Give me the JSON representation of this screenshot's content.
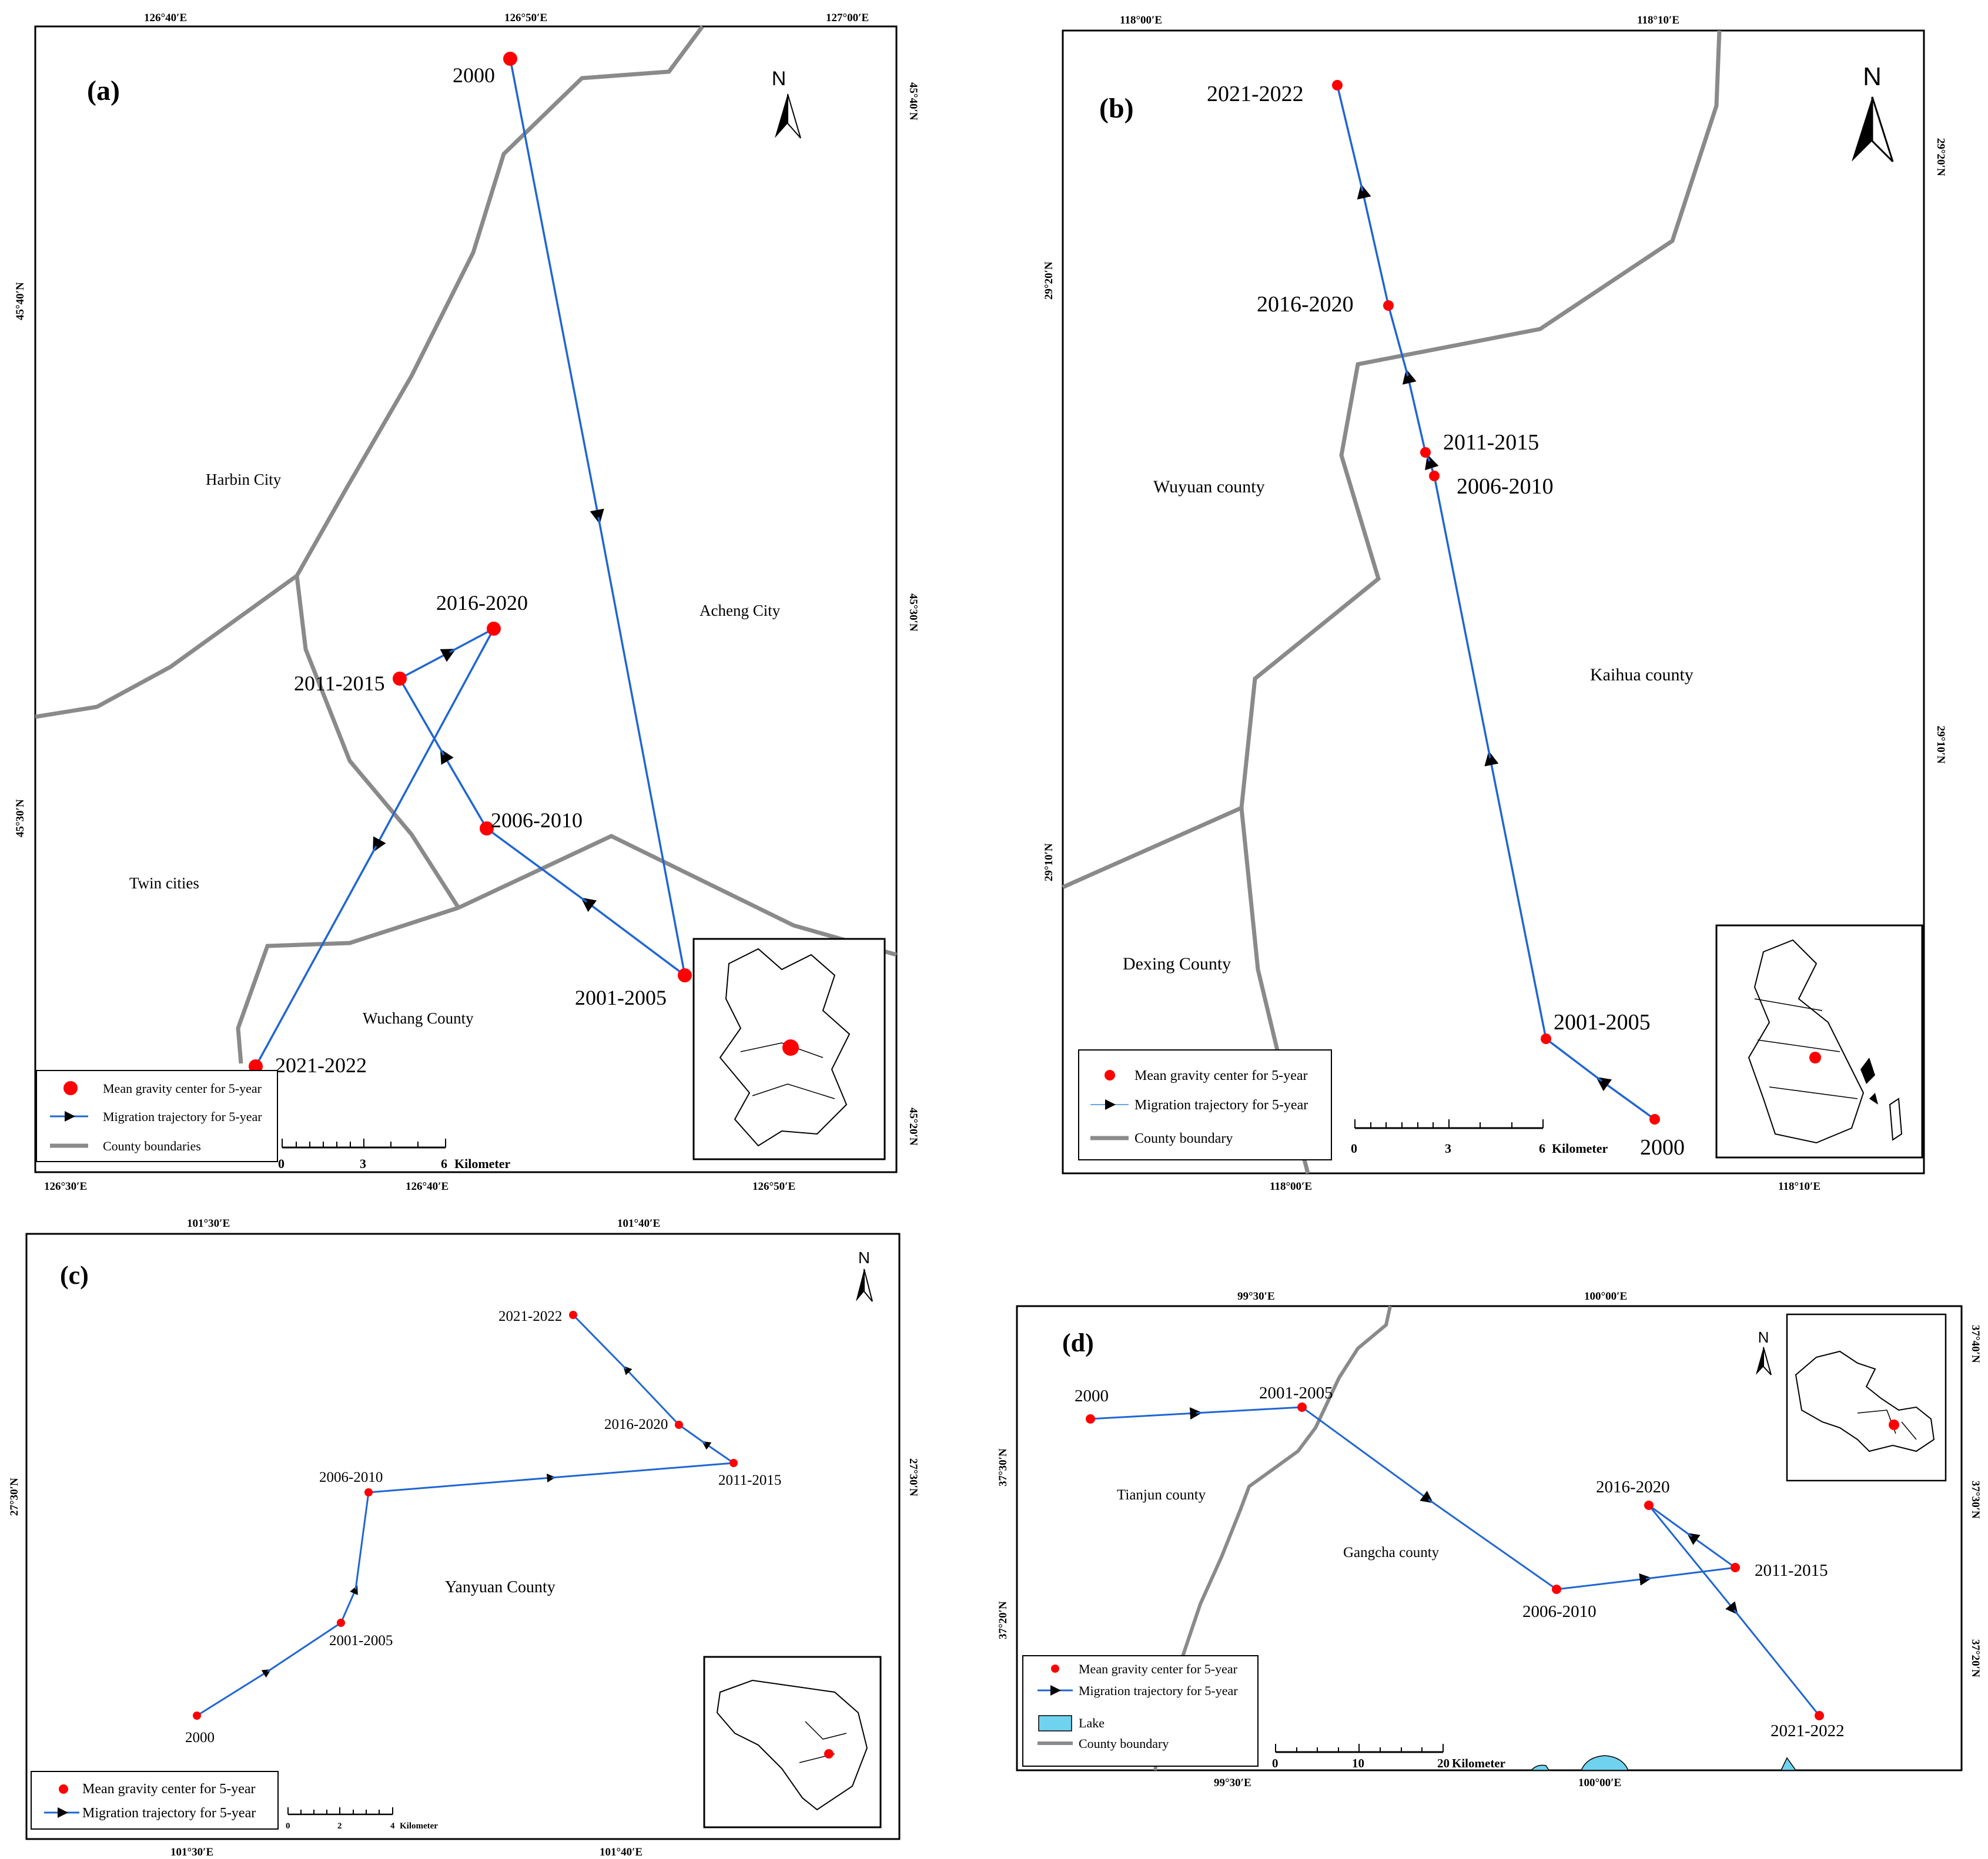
{
  "panels": {
    "a": {
      "label": "(a)",
      "top_ticks": [
        "126°40′E",
        "126°50′E",
        "127°00′E"
      ],
      "bottom_ticks": [
        "126°30′E",
        "126°40′E",
        "126°50′E"
      ],
      "left_ticks": [
        "45°40′N",
        "45°30′N"
      ],
      "right_ticks": [
        "45°40′N",
        "45°30′N",
        "45°20′N"
      ],
      "regions": [
        "Harbin City",
        "Acheng City",
        "Twin cities",
        "Wuchang County"
      ],
      "points": [
        {
          "period": "2000"
        },
        {
          "period": "2001-2005"
        },
        {
          "period": "2006-2010"
        },
        {
          "period": "2011-2015"
        },
        {
          "period": "2016-2020"
        },
        {
          "period": "2021-2022"
        }
      ],
      "legend": [
        "Mean gravity center for 5-year",
        "Migration trajectory for 5-year",
        "County boundaries"
      ],
      "scale": {
        "ticks": [
          "0",
          "3",
          "6"
        ],
        "unit": "Kilometer"
      }
    },
    "b": {
      "label": "(b)",
      "top_ticks": [
        "118°00′E",
        "118°10′E"
      ],
      "bottom_ticks": [
        "118°00′E",
        "118°10′E"
      ],
      "left_ticks": [
        "29°20′N",
        "29°10′N"
      ],
      "right_ticks": [
        "29°20′N",
        "29°10′N"
      ],
      "regions": [
        "Wuyuan county",
        "Kaihua county",
        "Dexing County"
      ],
      "points": [
        {
          "period": "2000"
        },
        {
          "period": "2001-2005"
        },
        {
          "period": "2006-2010"
        },
        {
          "period": "2011-2015"
        },
        {
          "period": "2016-2020"
        },
        {
          "period": "2021-2022"
        }
      ],
      "legend": [
        "Mean gravity center for 5-year",
        "Migration trajectory for 5-year",
        "County boundary"
      ],
      "scale": {
        "ticks": [
          "0",
          "3",
          "6"
        ],
        "unit": "Kilometer"
      }
    },
    "c": {
      "label": "(c)",
      "top_ticks": [
        "101°30′E",
        "101°40′E"
      ],
      "bottom_ticks": [
        "101°30′E",
        "101°40′E"
      ],
      "left_ticks": [
        "27°30′N"
      ],
      "right_ticks": [
        "27°30′N"
      ],
      "regions": [
        "Yanyuan County"
      ],
      "points": [
        {
          "period": "2000"
        },
        {
          "period": "2001-2005"
        },
        {
          "period": "2006-2010"
        },
        {
          "period": "2011-2015"
        },
        {
          "period": "2016-2020"
        },
        {
          "period": "2021-2022"
        }
      ],
      "legend": [
        "Mean gravity center for 5-year",
        "Migration trajectory for 5-year"
      ],
      "scale": {
        "ticks": [
          "0",
          "2",
          "4"
        ],
        "unit": "Kilometer"
      }
    },
    "d": {
      "label": "(d)",
      "top_ticks": [
        "99°30′E",
        "100°00′E"
      ],
      "bottom_ticks": [
        "99°30′E",
        "100°00′E"
      ],
      "left_ticks": [
        "37°30′N",
        "37°20′N"
      ],
      "right_ticks": [
        "37°40′N",
        "37°30′N",
        "37°20′N"
      ],
      "regions": [
        "Tianjun county",
        "Gangcha county"
      ],
      "points": [
        {
          "period": "2000"
        },
        {
          "period": "2001-2005"
        },
        {
          "period": "2006-2010"
        },
        {
          "period": "2011-2015"
        },
        {
          "period": "2016-2020"
        },
        {
          "period": "2021-2022"
        }
      ],
      "legend": [
        "Mean gravity center for 5-year",
        "Migration trajectory for 5-year",
        "Lake",
        "County boundary"
      ],
      "scale": {
        "ticks": [
          "0",
          "10",
          "20"
        ],
        "unit": "Kilometer"
      }
    }
  },
  "north_label": "N",
  "colors": {
    "point": "#ff0000",
    "trajectory": "#1f66d1",
    "boundary": "#8a8a8a",
    "lake": "#6fd3f0",
    "frame": "#000000"
  }
}
